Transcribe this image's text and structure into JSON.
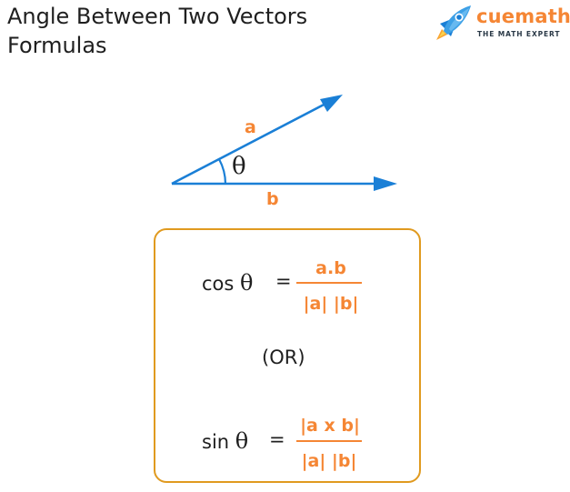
{
  "header": {
    "title_line1": "Angle Between Two Vectors",
    "title_line2": "Formulas"
  },
  "logo": {
    "name": "cuemath",
    "tagline": "THE MATH EXPERT",
    "icon": "rocket-icon"
  },
  "diagram": {
    "vector_a_label": "a",
    "vector_b_label": "b",
    "angle_symbol": "θ",
    "vector_color": "#1a7fd6",
    "label_color": "#f58634"
  },
  "formulas": {
    "cos": {
      "fn": "cos",
      "theta": "θ",
      "equals": "=",
      "numerator": "a.b",
      "denominator": "|a| |b|"
    },
    "separator": "(OR)",
    "sin": {
      "fn": "sin",
      "theta": "θ",
      "equals": "=",
      "numerator": "|a x b|",
      "denominator": "|a| |b|"
    },
    "box_border_color": "#e09a1f"
  }
}
